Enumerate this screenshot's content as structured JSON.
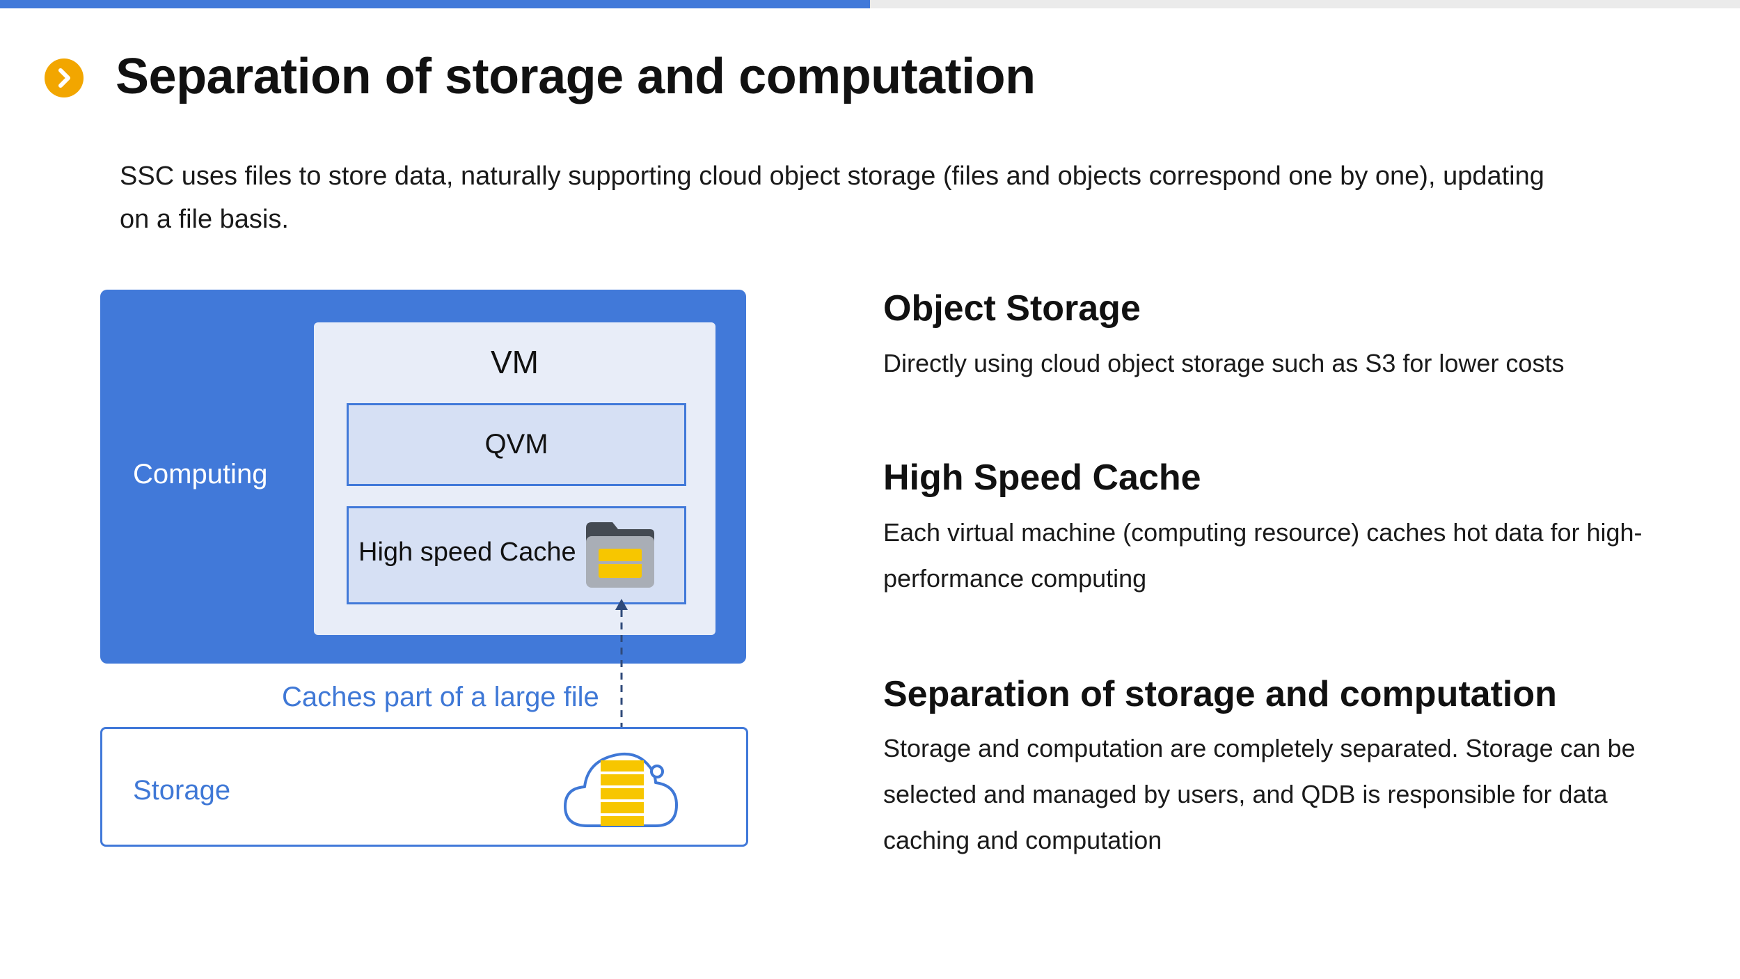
{
  "progress": {
    "fraction": 0.5
  },
  "colors": {
    "accent": "#4179d9",
    "bullet": "#f2a600",
    "storage_text": "#3f78d6",
    "cache_yellow": "#f7c600"
  },
  "header": {
    "title": "Separation of storage and computation",
    "bullet_icon": "chevron-right-circle-icon"
  },
  "intro": {
    "text": "SSC uses files to store data, naturally supporting cloud object storage (files and objects correspond one by one), updating on a file basis."
  },
  "diagram": {
    "computing_label": "Computing",
    "vm_label": "VM",
    "qvm_label": "QVM",
    "cache_label": "High speed Cache",
    "cache_icon": "database-folder-icon",
    "arrow_label": "Caches part of a large file",
    "storage_label": "Storage",
    "storage_icon": "cloud-storage-icon"
  },
  "sections": [
    {
      "heading": "Object Storage",
      "body": "Directly using cloud object storage such as S3 for lower costs"
    },
    {
      "heading": "High Speed Cache",
      "body": "Each virtual machine (computing resource) caches hot data for high-performance computing"
    },
    {
      "heading": "Separation of storage and computation",
      "body": "Storage and computation are completely separated. Storage can be selected and managed by users, and QDB is responsible for data caching and computation"
    }
  ]
}
